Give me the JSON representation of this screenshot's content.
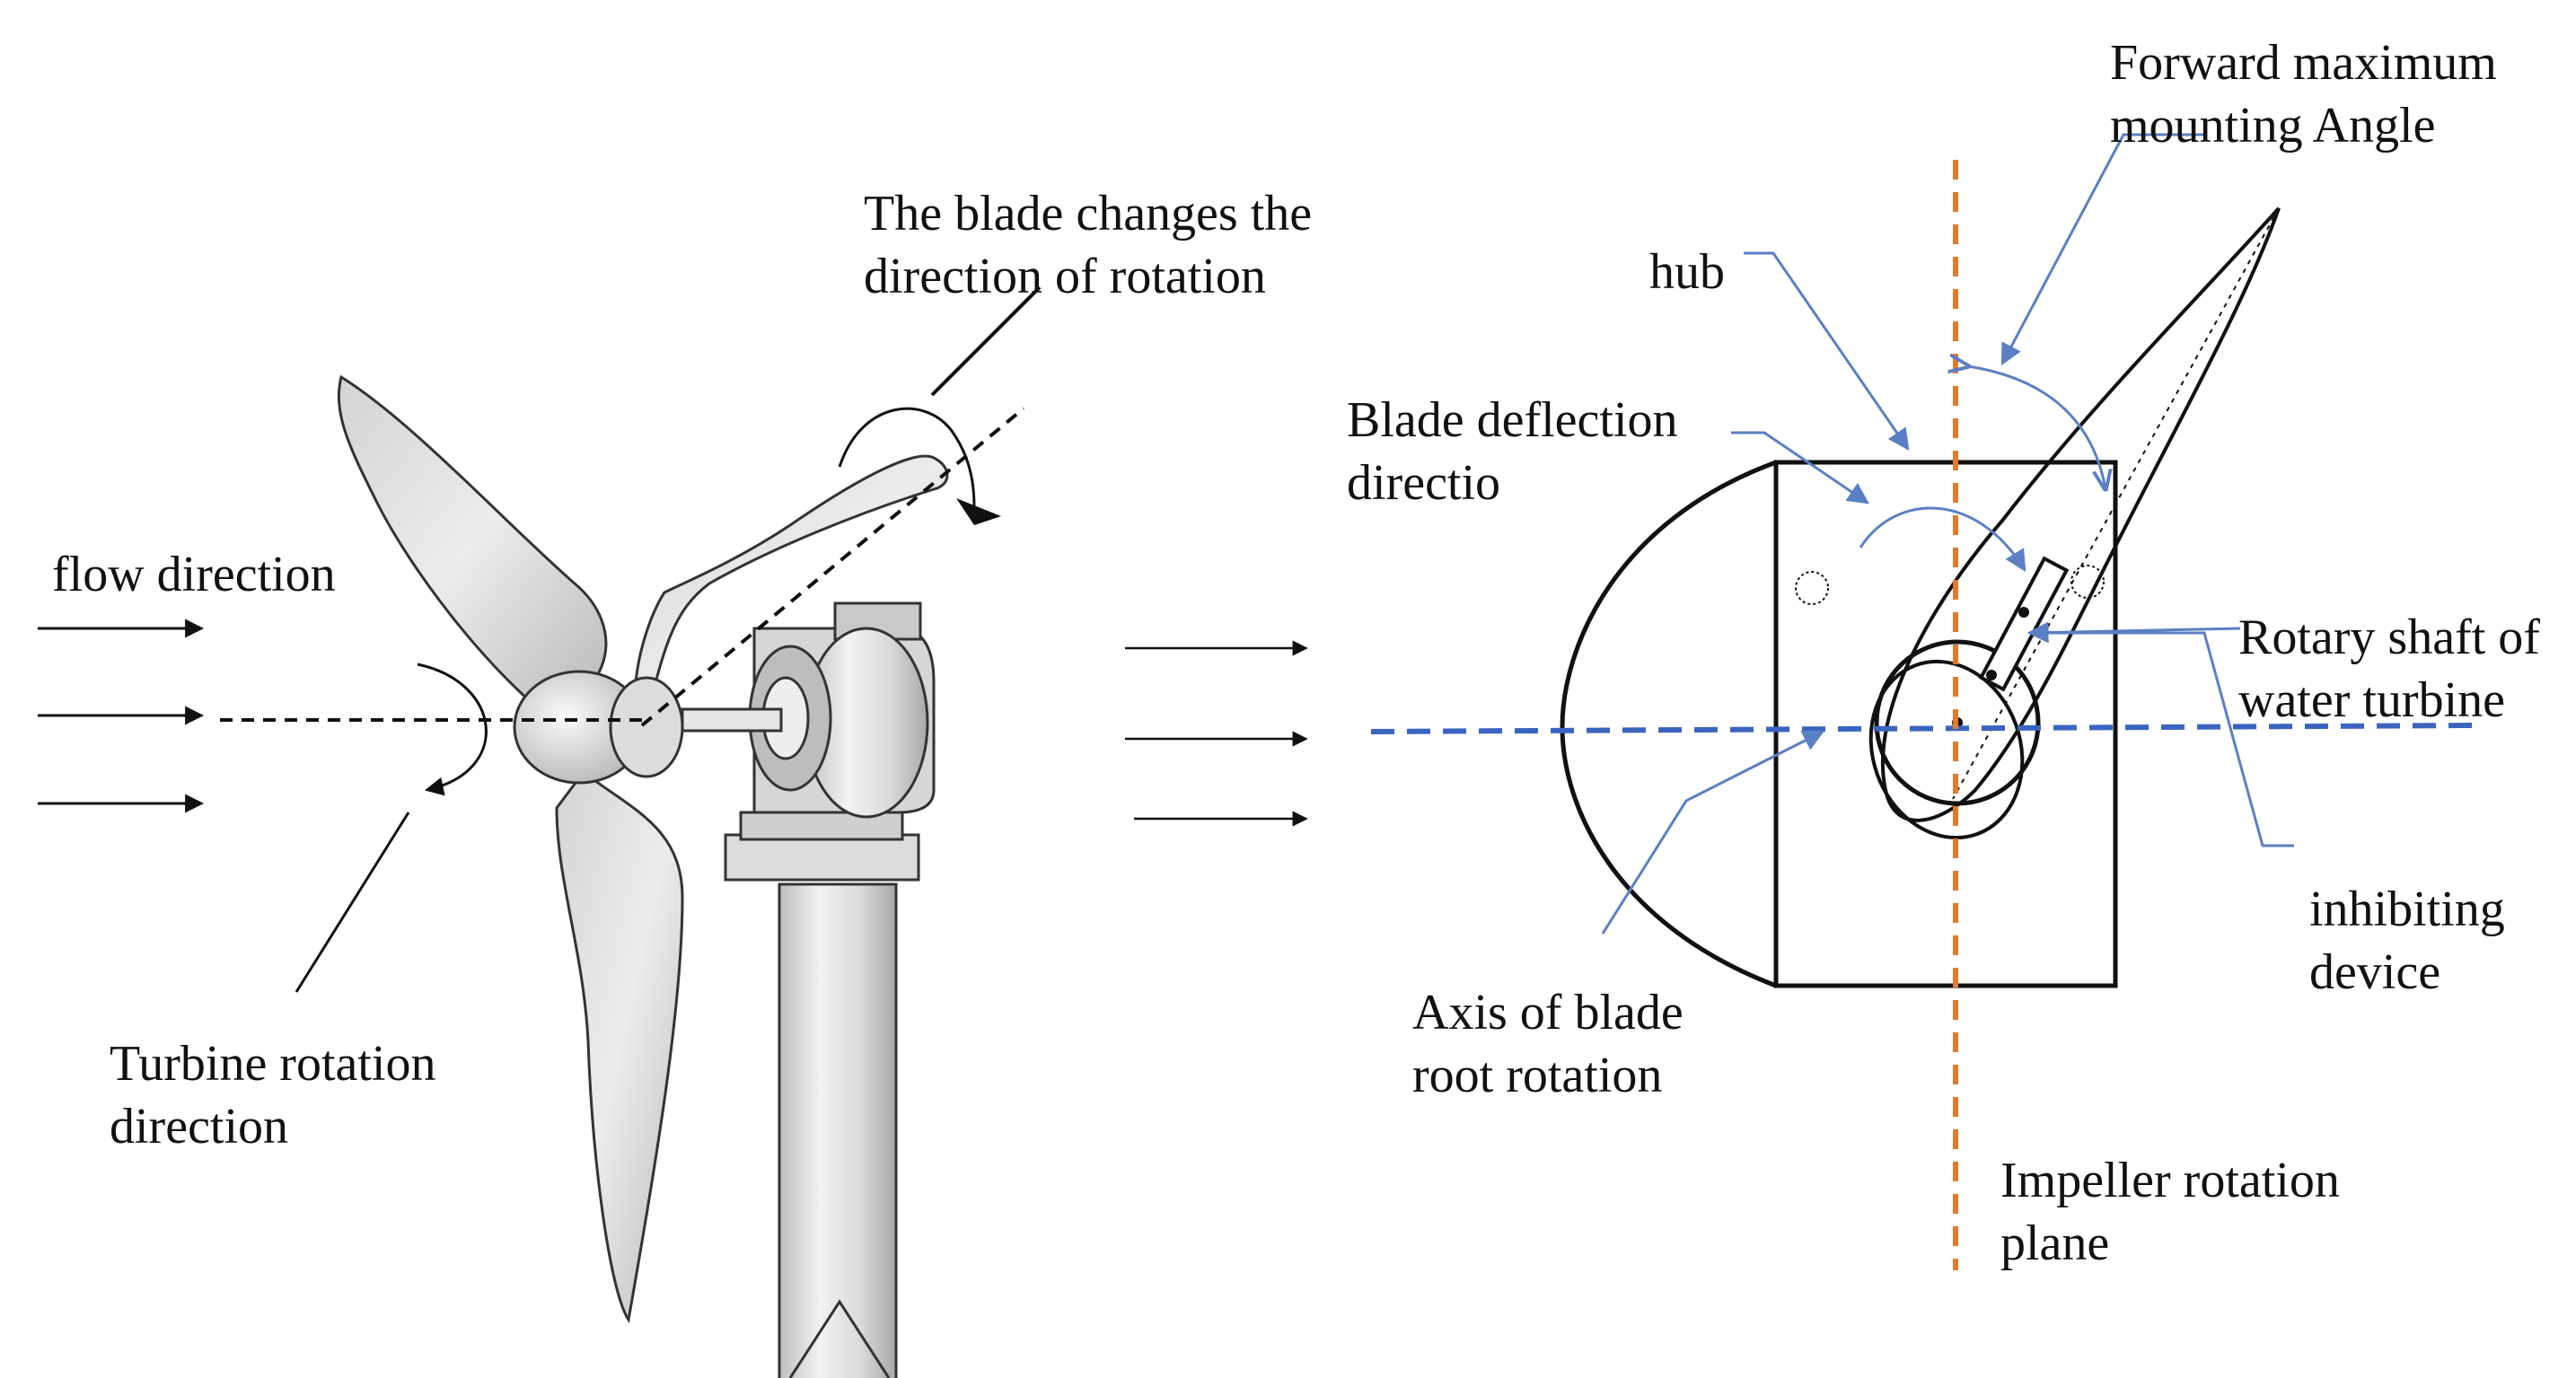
{
  "labels": {
    "flow_direction": "flow direction",
    "blade_change_line1": "The blade changes the",
    "blade_change_line2": "direction of rotation",
    "turbine_rotation_line1": "Turbine rotation",
    "turbine_rotation_line2": "direction",
    "hub": "hub",
    "forward_angle_line1": "Forward maximum",
    "forward_angle_line2": "mounting Angle",
    "blade_deflection_line1": "Blade deflection",
    "blade_deflection_line2": "directio",
    "rotary_shaft_line1": "Rotary shaft of",
    "rotary_shaft_line2": "water turbine",
    "inhibiting_line1": "inhibiting",
    "inhibiting_line2": "device",
    "axis_blade_line1": "Axis of blade",
    "axis_blade_line2": "root rotation",
    "impeller_line1": "Impeller rotation",
    "impeller_line2": "plane"
  },
  "colors": {
    "annotation_blue": "#5b7fc4",
    "axis_blue": "#3b64c0",
    "plane_orange": "#e07b2e",
    "outline": "#111111",
    "metal_light": "#e8e8e8",
    "metal_mid": "#c9c9c9",
    "metal_dark": "#9a9a9a"
  }
}
